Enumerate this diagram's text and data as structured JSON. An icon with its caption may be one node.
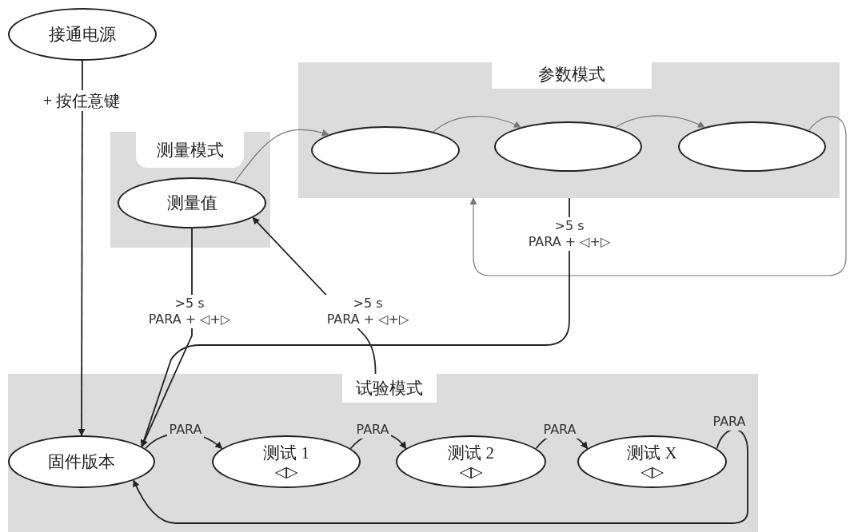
{
  "diagram": {
    "nodes": [
      {
        "text": [
          "接通电源"
        ]
      },
      {
        "text": [
          "测量模式"
        ]
      },
      {
        "text": [
          "测量值"
        ],
        "in": 1
      },
      {
        "text": [
          "参数模式"
        ]
      },
      {
        "text": [],
        "shape": "ellipse",
        "in": 3
      },
      {
        "text": [],
        "shape": "ellipse",
        "in": 3
      },
      {
        "text": [],
        "shape": "ellipse",
        "in": 3
      },
      {
        "text": [
          "试验模式"
        ]
      },
      {
        "text": [
          "固件版本"
        ],
        "in": 7
      },
      {
        "text": [
          "测试 1",
          "◁▷"
        ],
        "in": 7
      },
      {
        "text": [
          "测试 2",
          "◁▷"
        ],
        "in": 7
      },
      {
        "text": [
          "测试 X",
          "◁▷"
        ],
        "in": 7
      }
    ],
    "edges": [
      {
        "from": 0,
        "to": 8,
        "arrow": "to",
        "label": "+ 按任意键"
      },
      {
        "from": 2,
        "to": 4,
        "arrow": "to",
        "color": "#777777"
      },
      {
        "from": 4,
        "to": 5,
        "arrow": "to",
        "color": "#777777"
      },
      {
        "from": 5,
        "to": 6,
        "arrow": "to",
        "color": "#777777"
      },
      {
        "from": 6,
        "to": 3,
        "arrow": "to",
        "color": "#777777"
      },
      {
        "from": 3,
        "to": 8,
        "arrow": "to",
        "label": ">5 s PARA + ◁+▷"
      },
      {
        "from": 2,
        "to": 8,
        "arrow": "to",
        "label": ">5 s PARA + ◁+▷"
      },
      {
        "from": 7,
        "to": 2,
        "arrow": "to",
        "label": ">5 s PARA + ◁+▷"
      },
      {
        "from": 8,
        "to": 9,
        "arrow": "to",
        "label": "PARA"
      },
      {
        "from": 9,
        "to": 10,
        "arrow": "to",
        "label": "PARA"
      },
      {
        "from": 10,
        "to": 11,
        "arrow": "to",
        "label": "PARA"
      },
      {
        "from": 11,
        "to": 8,
        "arrow": "to",
        "label": "PARA"
      }
    ]
  }
}
